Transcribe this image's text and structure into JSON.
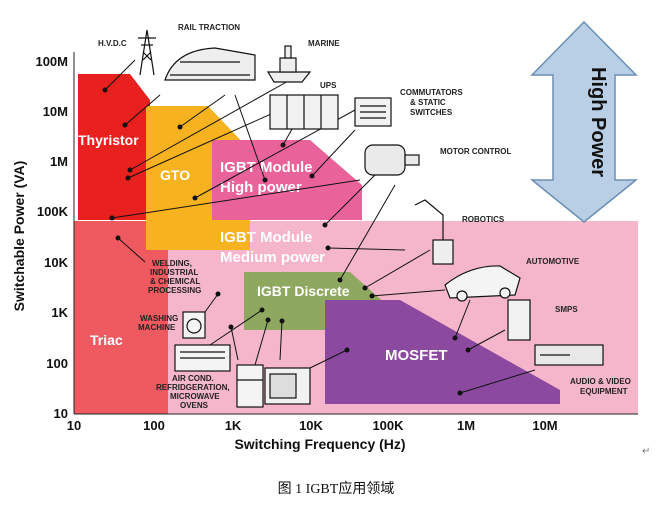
{
  "axes": {
    "y_title": "Switchable Power (VA)",
    "x_title": "Switching Frequency (Hz)",
    "y_ticks": [
      "100M",
      "10M",
      "1M",
      "100K",
      "10K",
      "1K",
      "100",
      "10"
    ],
    "x_ticks": [
      "10",
      "100",
      "1K",
      "10K",
      "100K",
      "1M",
      "10M"
    ]
  },
  "regions": {
    "thyristor": "Thyristor",
    "gto": "GTO",
    "igbt_high_1": "IGBT Module",
    "igbt_high_2": "High power",
    "igbt_med_1": "IGBT Module",
    "igbt_med_2": "Medium power",
    "igbt_discrete": "IGBT Discrete",
    "triac": "Triac",
    "mosfet": "MOSFET"
  },
  "applications": {
    "hvdc": "H.V.D.C",
    "rail": "RAIL TRACTION",
    "marine": "MARINE",
    "ups": "UPS",
    "comm1": "COMMUTATORS",
    "comm2": "& STATIC",
    "comm3": "SWITCHES",
    "motor": "MOTOR CONTROL",
    "robotics": "ROBOTICS",
    "automotive": "AUTOMOTIVE",
    "smps": "SMPS",
    "av1": "AUDIO & VIDEO",
    "av2": "EQUIPMENT",
    "weld1": "WELDING,",
    "weld2": "INDUSTRIAL",
    "weld3": "& CHEMICAL",
    "weld4": "PROCESSING",
    "wash1": "WASHING",
    "wash2": "MACHINE",
    "air1": "AIR COND.",
    "air2": "REFRIDGERATION,",
    "air3": "MICROWAVE",
    "air4": "OVENS"
  },
  "arrow_label": "High Power",
  "caption": "图 1 IGBT应用领域",
  "end_mark": "↵",
  "colors": {
    "thyristor": "#e8201e",
    "gto": "#f6b21f",
    "igbt_high": "#e9639a",
    "igbt_med": "#f5b6cc",
    "igbt_discrete": "#8ea860",
    "triac": "#ef5a61",
    "mosfet": "#8b4aa0",
    "arrow": "#b9cfe6"
  }
}
